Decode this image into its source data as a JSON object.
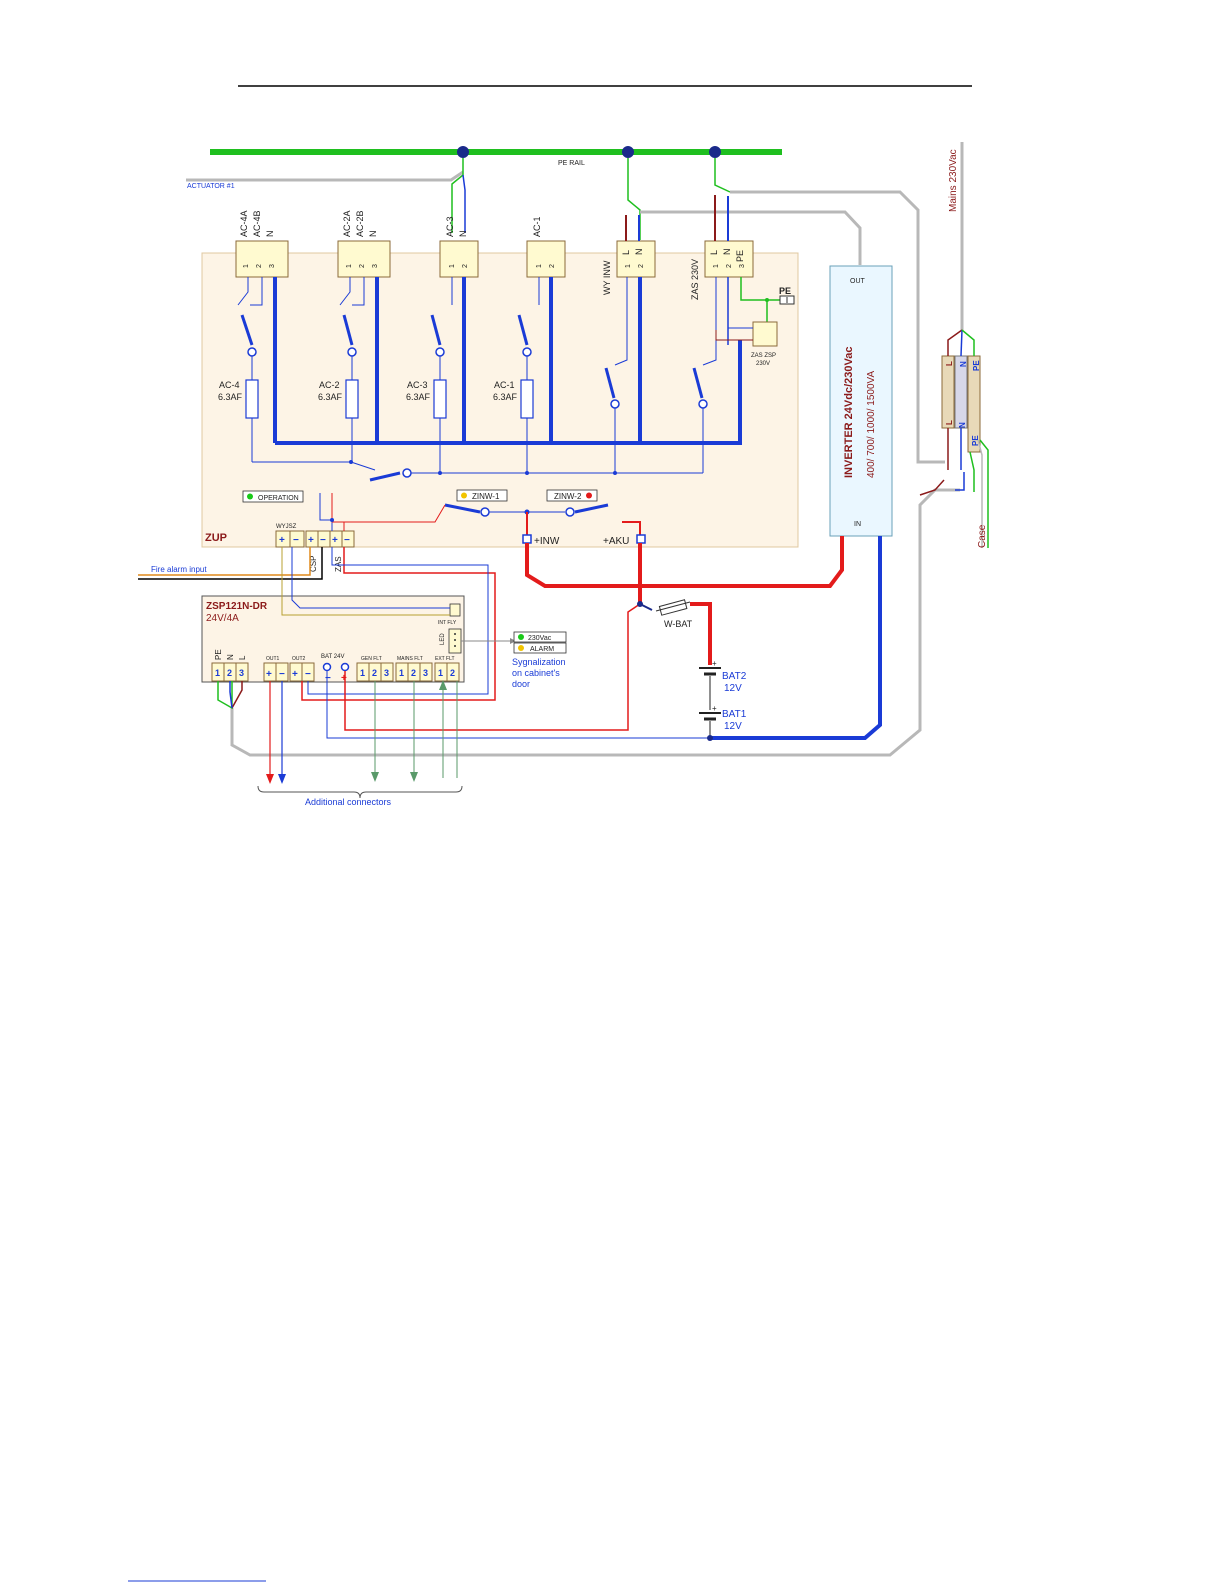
{
  "rail": {
    "label": "PE RAIL"
  },
  "actuator": {
    "label": "ACTUATOR #1"
  },
  "mains": {
    "label": "Mains 230Vac",
    "case_label": "Case"
  },
  "terminal_strip": {
    "top": [
      "L",
      "N",
      "PE"
    ],
    "bottom": [
      "L",
      "N",
      "PE"
    ]
  },
  "zup": {
    "label": "ZUP",
    "connectors": [
      {
        "pins": [
          "1",
          "2",
          "3"
        ],
        "labels": [
          "AC-4A",
          "AC-4B",
          "N"
        ]
      },
      {
        "pins": [
          "1",
          "2",
          "3"
        ],
        "labels": [
          "AC-2A",
          "AC-2B",
          "N"
        ]
      },
      {
        "pins": [
          "1",
          "2"
        ],
        "labels": [
          "AC-3",
          "N"
        ]
      },
      {
        "pins": [
          "1",
          "2"
        ],
        "labels": [
          "AC-1",
          ""
        ]
      },
      {
        "pins": [
          "1",
          "2"
        ],
        "labels": [
          "L",
          "N"
        ],
        "side_label": "WY INW"
      },
      {
        "pins": [
          "1",
          "2",
          "3"
        ],
        "labels": [
          "L",
          "N",
          "PE"
        ],
        "side_label": "ZAS 230V"
      }
    ],
    "fuses": [
      {
        "name": "AC-4",
        "rating": "6.3AF"
      },
      {
        "name": "AC-2",
        "rating": "6.3AF"
      },
      {
        "name": "AC-3",
        "rating": "6.3AF"
      },
      {
        "name": "AC-1",
        "rating": "6.3AF"
      }
    ],
    "pe_label": "PE",
    "zas_zsp": [
      "ZAS ZSP",
      "230V"
    ],
    "operation_led": "OPERATION",
    "zinw1": "ZINW-1",
    "zinw2": "ZINW-2",
    "plus_inw": "+INW",
    "plus_aku": "+AKU",
    "wyjsz": "WYJSZ",
    "csp": "CSP",
    "zas": "ZAS",
    "plus": "+",
    "minus": "−"
  },
  "inverter": {
    "out": "OUT",
    "in": "IN",
    "title": "INVERTER 24Vdc/230Vac",
    "ratings": "400/ 700/ 1000/ 1500VA"
  },
  "psu": {
    "title": "ZSP121N-DR",
    "subtitle": "24V/4A",
    "int_fly": "INT FLY",
    "led": "LED",
    "groups": [
      "OUT1",
      "OUT2",
      "BAT 24V",
      "GEN FLT",
      "MAINS FLT",
      "EXT FLT"
    ],
    "ac_pins": [
      "1",
      "2",
      "3"
    ],
    "ac_labels": [
      "PE",
      "N",
      "L"
    ],
    "flt_pins": [
      "1",
      "2",
      "3"
    ],
    "ext_pins": [
      "1",
      "2"
    ]
  },
  "fire_alarm": "Fire alarm input",
  "signalization": {
    "items": [
      "230Vac",
      "ALARM"
    ],
    "caption": [
      "Sygnalization",
      "on cabinet's",
      "door"
    ]
  },
  "battery": {
    "fuse": "W-BAT",
    "bat2": {
      "name": "BAT2",
      "voltage": "12V"
    },
    "bat1": {
      "name": "BAT1",
      "voltage": "12V"
    },
    "plus": "+"
  },
  "additional_connectors": "Additional connectors",
  "colors": {
    "pe_green": "#1fbf1f",
    "wire_blue": "#1a3bd6",
    "wire_red": "#e31b1b",
    "wire_grey": "#b8b8b8",
    "wire_brown": "#8b1a1a",
    "panel_fill": "#fdf4e6",
    "connector_fill": "#fffad0"
  }
}
